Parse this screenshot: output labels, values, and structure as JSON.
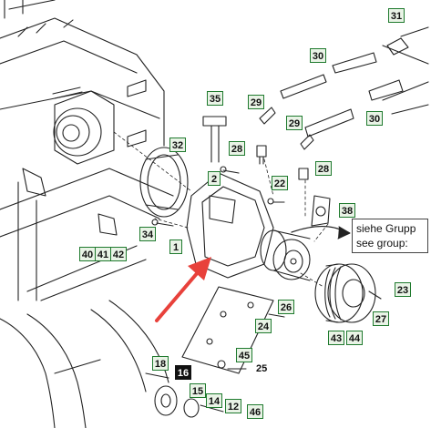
{
  "callouts": {
    "c31": "31",
    "c30a": "30",
    "c30b": "30",
    "c35": "35",
    "c29a": "29",
    "c29b": "29",
    "c32": "32",
    "c28a": "28",
    "c28b": "28",
    "c2": "2",
    "c22": "22",
    "c38": "38",
    "c34": "34",
    "c1": "1",
    "c40": "40",
    "c41": "41",
    "c42": "42",
    "c26": "26",
    "c24": "24",
    "c23": "23",
    "c27": "27",
    "c43": "43",
    "c44": "44",
    "c45": "45",
    "c25": "25",
    "c18": "18",
    "c16": "16",
    "c15": "15",
    "c14": "14",
    "c12": "12",
    "c46": "46"
  },
  "note": {
    "line1": "siehe Grupp",
    "line2": "see group:"
  },
  "colors": {
    "callout_border": "#1f7a2e",
    "callout_fill": "#e9f3e6",
    "highlight_arrow": "#e8413b",
    "line_art": "#222222"
  }
}
